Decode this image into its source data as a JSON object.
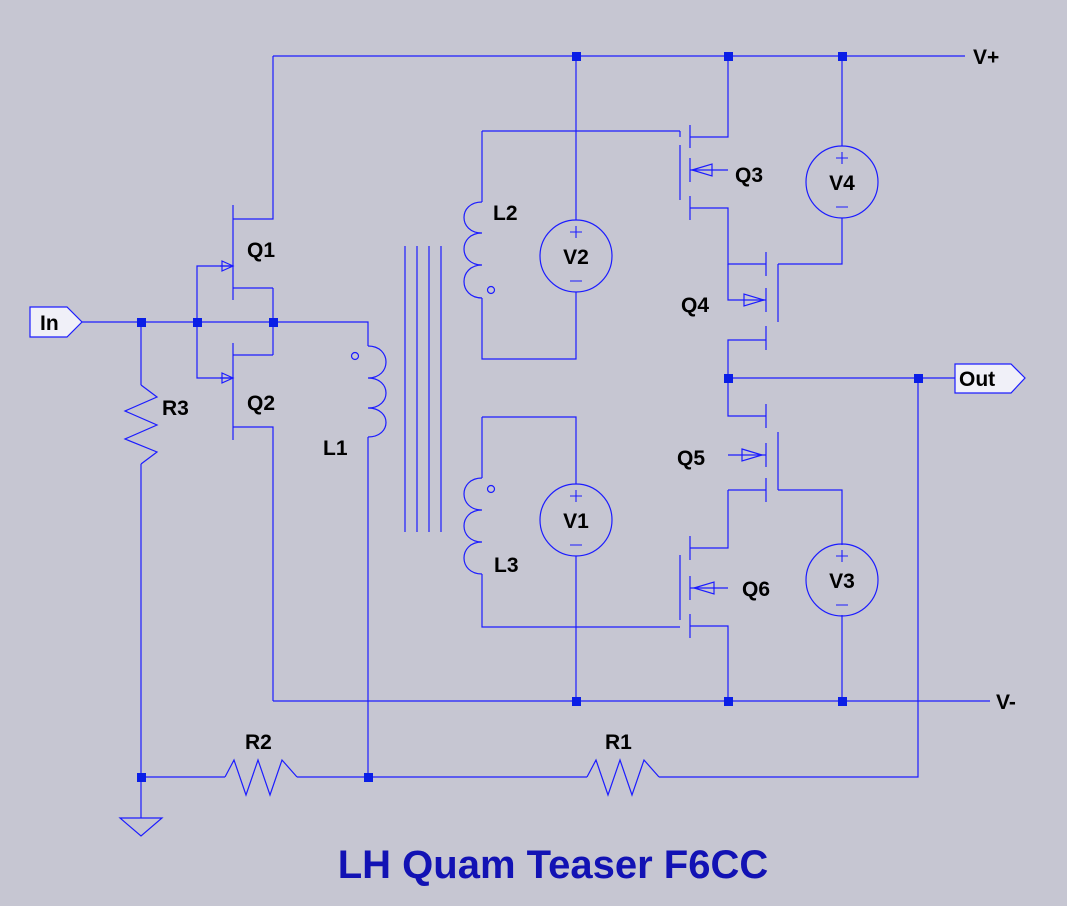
{
  "title": "LH Quam  Teaser F6CC",
  "ports": {
    "in": "In",
    "out": "Out",
    "vplus": "V+",
    "vminus": "V-"
  },
  "transistors": {
    "q1": "Q1",
    "q2": "Q2",
    "q3": "Q3",
    "q4": "Q4",
    "q5": "Q5",
    "q6": "Q6"
  },
  "inductors": {
    "l1": "L1",
    "l2": "L2",
    "l3": "L3"
  },
  "resistors": {
    "r1": "R1",
    "r2": "R2",
    "r3": "R3"
  },
  "sources": {
    "v1": "V1",
    "v2": "V2",
    "v3": "V3",
    "v4": "V4"
  },
  "colors": {
    "wire": "#1c1cff",
    "background": "#c6c6d2",
    "title": "#1212b4",
    "node": "#0a1ee6"
  }
}
